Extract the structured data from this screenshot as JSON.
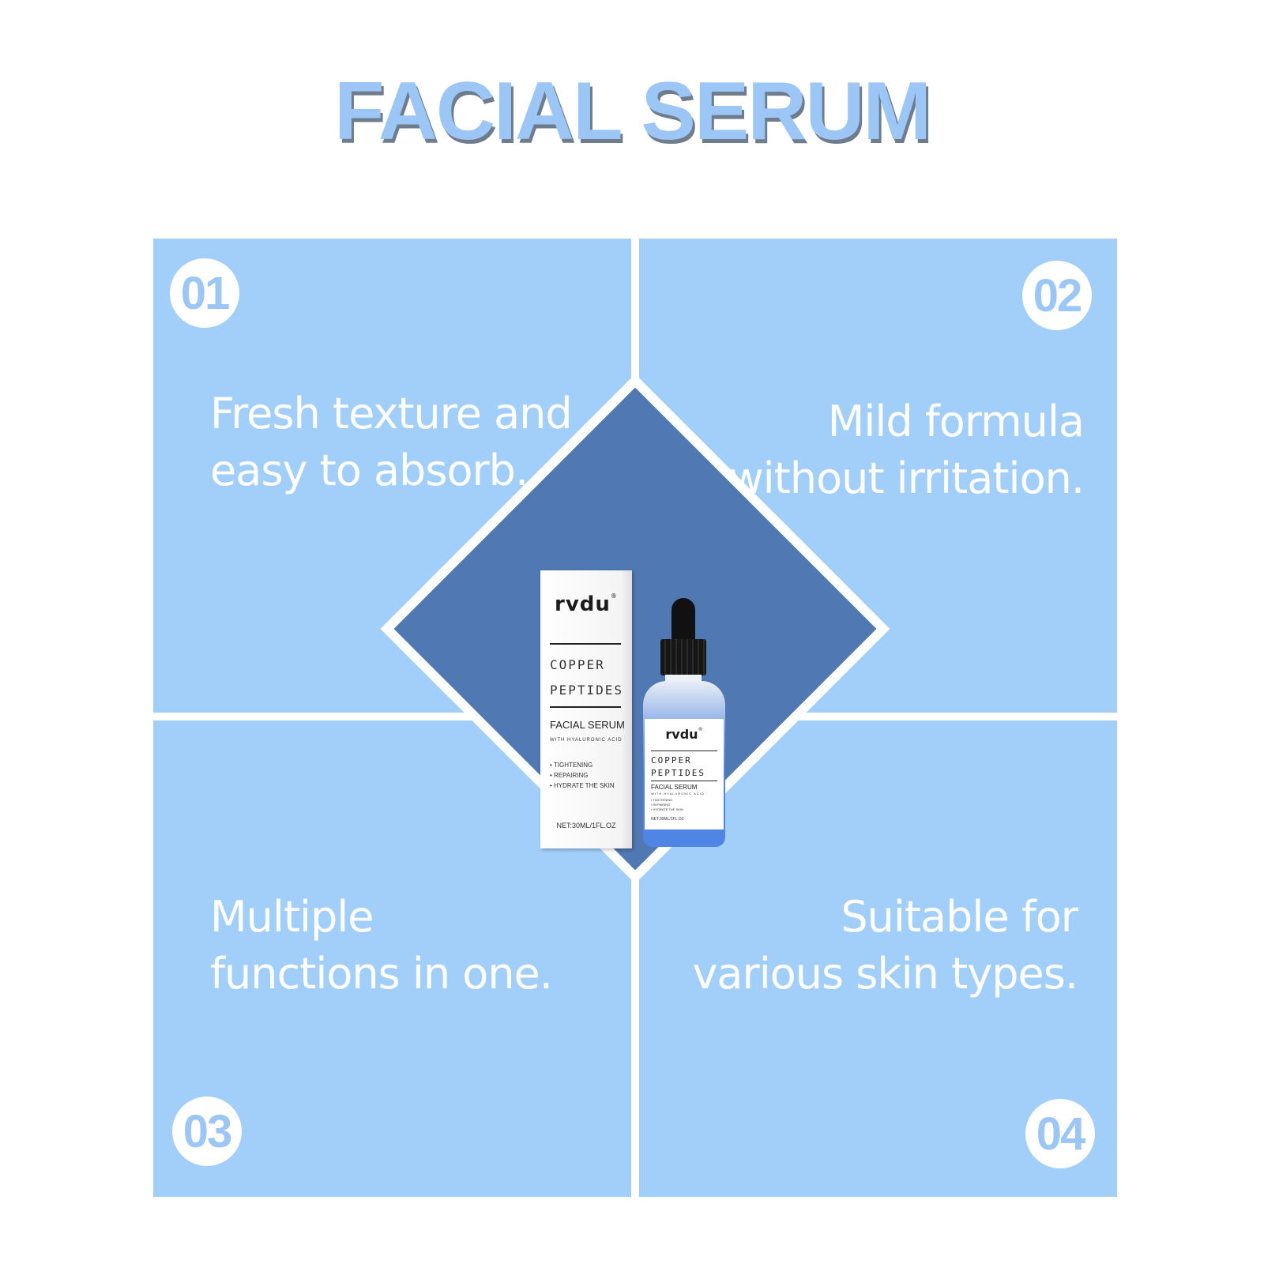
{
  "title": "FACIAL SERUM",
  "features": [
    {
      "number": "01",
      "lines": [
        "Fresh texture and",
        "easy to absorb."
      ]
    },
    {
      "number": "02",
      "lines": [
        "Mild formula",
        "without irritation."
      ]
    },
    {
      "number": "03",
      "lines": [
        "Multiple",
        "functions in one."
      ]
    },
    {
      "number": "04",
      "lines": [
        "Suitable for",
        "various skin types."
      ]
    }
  ],
  "product": {
    "brand": "rvdu",
    "registered": "®",
    "line1": "COPPER",
    "line2": "PEPTIDES",
    "name": "FACIAL SERUM",
    "subtitle": "WITH HYALURONIC ACID",
    "benefits": [
      "• TIGHTENING",
      "• REPAIRING",
      "• HYDRATE THE SKIN"
    ],
    "net": "NET:30ML/1FL.OZ"
  },
  "colors": {
    "panel": "#a2cefa",
    "diamond": "#5078b2",
    "title": "#9cc6f6",
    "bottle": "#4f86e6"
  }
}
